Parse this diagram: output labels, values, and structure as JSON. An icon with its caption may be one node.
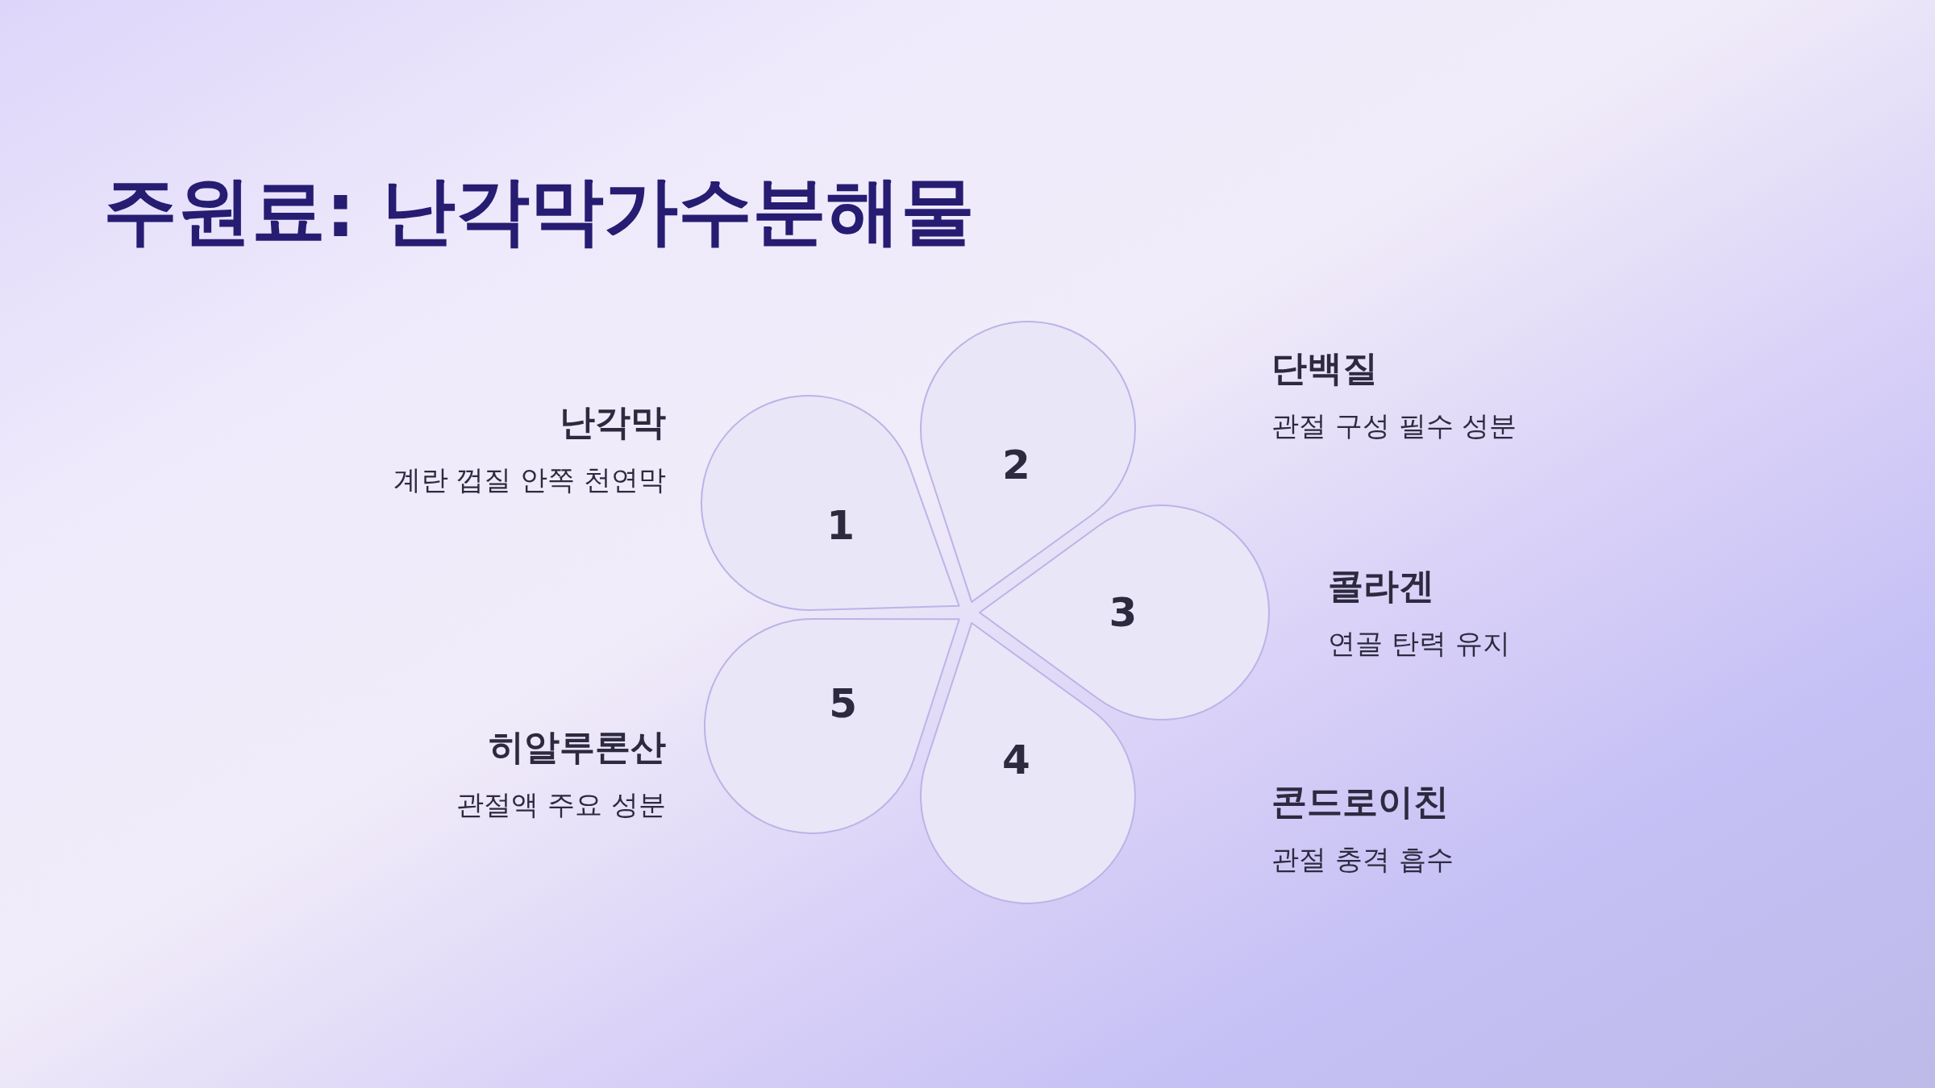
{
  "diagram": {
    "title": "주원료: 난각막가수분해물",
    "nodes": [
      {
        "text": [
          "1"
        ],
        "beside": [
          "난각막",
          "계란 껍질 안쪽 천연막"
        ]
      },
      {
        "text": [
          "2"
        ],
        "beside": [
          "단백질",
          "관절 구성 필수 성분"
        ]
      },
      {
        "text": [
          "3"
        ],
        "beside": [
          "콜라겐",
          "연골 탄력 유지"
        ]
      },
      {
        "text": [
          "4"
        ],
        "beside": [
          "콘드로이친",
          "관절 충격 흡수"
        ]
      },
      {
        "text": [
          "5"
        ],
        "beside": [
          "히알루론산",
          "관절액 주요 성분"
        ]
      }
    ],
    "edges": []
  }
}
